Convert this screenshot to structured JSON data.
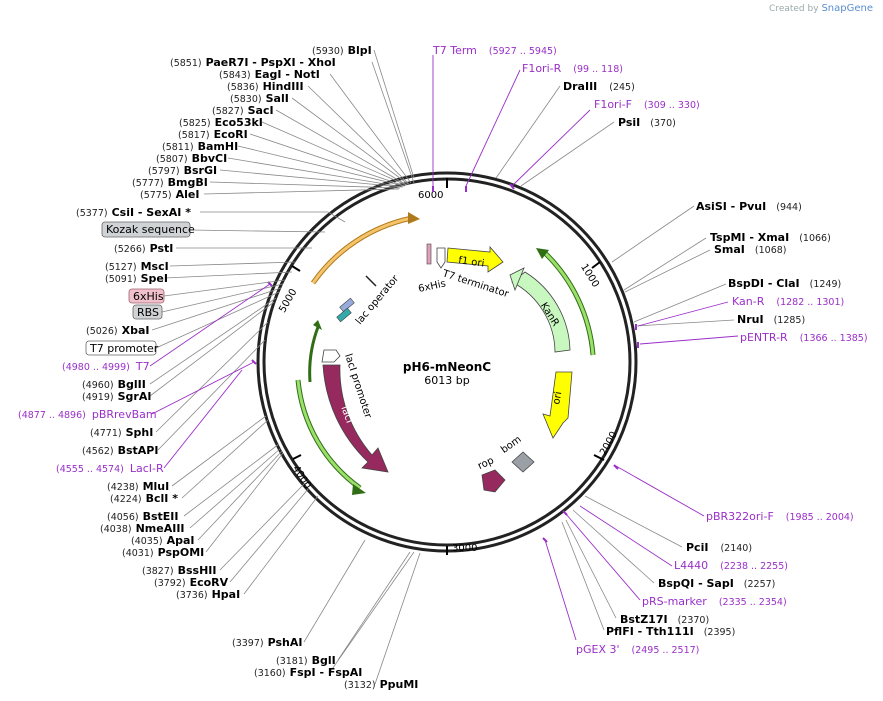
{
  "plasmid": {
    "name": "pH6-mNeonC",
    "size": "6013 bp"
  },
  "credit": {
    "prefix": "Created by",
    "brand": "SnapGene"
  },
  "ticks": [
    "1000",
    "2000",
    "3000",
    "4000",
    "5000",
    "6000"
  ],
  "labels": {
    "blpi": {
      "pos": "(5930)",
      "name": "BlpI"
    },
    "paer7i": {
      "pos": "(5851)",
      "name": "PaeR7I   - PspXI   - XhoI"
    },
    "eagi": {
      "pos": "(5843)",
      "name": "EagI   - NotI"
    },
    "hindiii": {
      "pos": "(5836)",
      "name": "HindIII"
    },
    "sali": {
      "pos": "(5830)",
      "name": "SalI"
    },
    "saci": {
      "pos": "(5827)",
      "name": "SacI"
    },
    "eco53ki": {
      "pos": "(5825)",
      "name": "Eco53kI"
    },
    "ecori": {
      "pos": "(5817)",
      "name": "EcoRI"
    },
    "bamhi": {
      "pos": "(5811)",
      "name": "BamHI"
    },
    "bbvci": {
      "pos": "(5807)",
      "name": "BbvCI"
    },
    "bsrgi": {
      "pos": "(5797)",
      "name": "BsrGI"
    },
    "bmgbi": {
      "pos": "(5777)",
      "name": "BmgBI"
    },
    "alei": {
      "pos": "(5775)",
      "name": "AleI"
    },
    "csii": {
      "pos": "(5377)",
      "name": "CsiI   - SexAI *"
    },
    "kozak": {
      "name": "Kozak sequence"
    },
    "psti": {
      "pos": "(5266)",
      "name": "PstI"
    },
    "msci": {
      "pos": "(5127)",
      "name": "MscI"
    },
    "spei": {
      "pos": "(5091)",
      "name": "SpeI"
    },
    "his6": {
      "name": "6xHis"
    },
    "rbs": {
      "name": "RBS"
    },
    "xbai": {
      "pos": "(5026)",
      "name": "XbaI"
    },
    "t7prom": {
      "name": "T7 promoter"
    },
    "t7": {
      "pos": "(4980 .. 4999)",
      "name": "T7"
    },
    "bglii": {
      "pos": "(4960)",
      "name": "BglII"
    },
    "sgrai": {
      "pos": "(4919)",
      "name": "SgrAI"
    },
    "pbrrev": {
      "pos": "(4877 .. 4896)",
      "name": "pBRrevBam"
    },
    "sphi": {
      "pos": "(4771)",
      "name": "SphI"
    },
    "bstapi": {
      "pos": "(4562)",
      "name": "BstAPI"
    },
    "laciR": {
      "pos": "(4555 .. 4574)",
      "name": "LacI-R"
    },
    "mlui": {
      "pos": "(4238)",
      "name": "MluI"
    },
    "bcli": {
      "pos": "(4224)",
      "name": "BclI *"
    },
    "bsteii": {
      "pos": "(4056)",
      "name": "BstEII"
    },
    "nmeaiii": {
      "pos": "(4038)",
      "name": "NmeAIII"
    },
    "apai": {
      "pos": "(4035)",
      "name": "ApaI"
    },
    "pspomi": {
      "pos": "(4031)",
      "name": "PspOMI"
    },
    "bsshii": {
      "pos": "(3827)",
      "name": "BssHII"
    },
    "ecorv": {
      "pos": "(3792)",
      "name": "EcoRV"
    },
    "hpai": {
      "pos": "(3736)",
      "name": "HpaI"
    },
    "pshai": {
      "pos": "(3397)",
      "name": "PshAI"
    },
    "bgli": {
      "pos": "(3181)",
      "name": "BglI"
    },
    "fspi": {
      "pos": "(3160)",
      "name": "FspI   - FspAI"
    },
    "ppumi": {
      "pos": "(3132)",
      "name": "PpuMI"
    },
    "t7term": {
      "name": "T7 Term",
      "pos": "(5927 .. 5945)"
    },
    "f1oriR": {
      "name": "F1ori-R",
      "pos": "(99 .. 118)"
    },
    "draiii": {
      "name": "DraIII",
      "pos": "(245)"
    },
    "f1oriF": {
      "name": "F1ori-F",
      "pos": "(309 .. 330)"
    },
    "psii": {
      "name": "PsiI",
      "pos": "(370)"
    },
    "asisi": {
      "name": "AsiSI   - PvuI",
      "pos": "(944)"
    },
    "tspmi": {
      "name": "TspMI   - XmaI",
      "pos": "(1066)"
    },
    "smai": {
      "name": "SmaI",
      "pos": "(1068)"
    },
    "bspdi": {
      "name": "BspDI   - ClaI",
      "pos": "(1249)"
    },
    "kanR": {
      "name": "Kan-R",
      "pos": "(1282 .. 1301)"
    },
    "nrui": {
      "name": "NruI",
      "pos": "(1285)"
    },
    "pentr": {
      "name": "pENTR-R",
      "pos": "(1366 .. 1385)"
    },
    "pbr322": {
      "name": "pBR322ori-F",
      "pos": "(1985 .. 2004)"
    },
    "pcii": {
      "name": "PciI",
      "pos": "(2140)"
    },
    "l4440": {
      "name": "L4440",
      "pos": "(2238 .. 2255)"
    },
    "bspqi": {
      "name": "BspQI   - SapI",
      "pos": "(2257)"
    },
    "prs": {
      "name": "pRS-marker",
      "pos": "(2335 .. 2354)"
    },
    "bstz17i": {
      "name": "BstZ17I",
      "pos": "(2370)"
    },
    "pflfi": {
      "name": "PflFI   - Tth111I",
      "pos": "(2395)"
    },
    "pgex3": {
      "name": "pGEX 3'",
      "pos": "(2495 .. 2517)"
    }
  },
  "features": {
    "f1ori": "f1 ori",
    "t7terminator": "T7 terminator",
    "his6": "6xHis",
    "lacop": "lac operator",
    "kanr": "KanR",
    "ori": "ori",
    "bom": "bom",
    "rop": "rop",
    "lacipromoter": "lacI promoter",
    "laci": "lacI"
  },
  "colors": {
    "primer": "#9a2fc8",
    "ori": "#ffff00",
    "kanr": "#c8f7c0",
    "laci": "#96295e",
    "green_arc": "#3a8a1e",
    "orange_arc": "#e8a838",
    "bom": "#9aa0a6"
  }
}
